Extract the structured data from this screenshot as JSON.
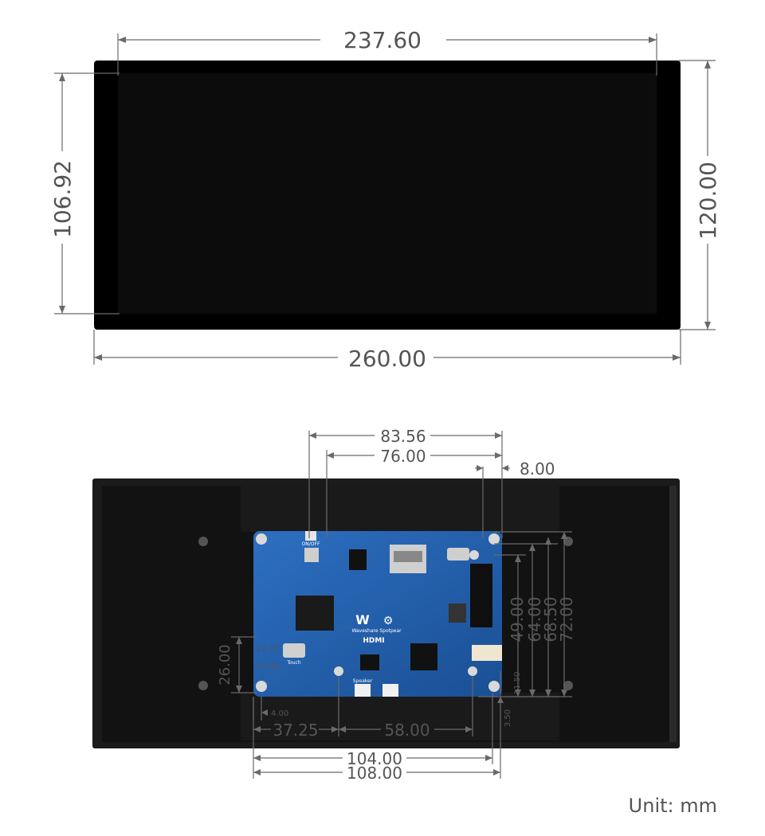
{
  "front_view": {
    "dimensions": {
      "active_width": "237.60",
      "active_height": "106.92",
      "outer_height": "120.00",
      "outer_width": "260.00"
    }
  },
  "back_view": {
    "board_markings": {
      "brand_left": "Waveshare",
      "brand_right": "Spotpear",
      "hdmi": "HDMI",
      "power": "ON/OFF",
      "touch": "Touch",
      "speaker": "Speaker"
    },
    "dimensions": {
      "d_83_56": "83.56",
      "d_76_00": "76.00",
      "d_8_00": "8.00",
      "d_49_00": "49.00",
      "d_64_00": "64.00",
      "d_68_50": "68.50",
      "d_72_00": "72.00",
      "d_12_75": "12.75",
      "d_10_00": "10.00",
      "d_26_00": "26.00",
      "d_4_00": "4.00",
      "d_11_50": "11.50",
      "d_3_50": "3.50",
      "d_37_25": "37.25",
      "d_58_00": "58.00",
      "d_104_00": "104.00",
      "d_108_00": "108.00"
    }
  },
  "unit": "Unit: mm",
  "colors": {
    "bezel": "#000000",
    "screen": "#0b0b0b",
    "back_panel": "#151515",
    "pcb": "#1f5ba8",
    "dimension": "#6a6a6a"
  }
}
